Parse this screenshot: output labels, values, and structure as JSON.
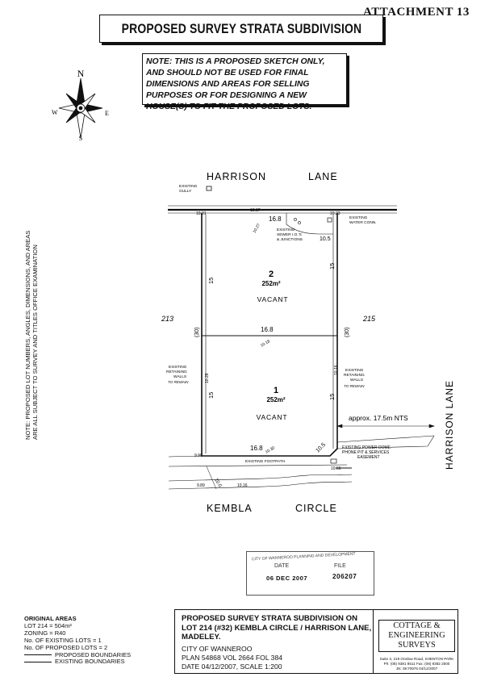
{
  "attachment": "ATTACHMENT 13",
  "title": "PROPOSED SURVEY STRATA SUBDIVISION",
  "note": "NOTE: THIS IS A PROPOSED SKETCH ONLY, AND SHOULD NOT BE USED FOR FINAL DIMENSIONS AND AREAS FOR SELLING PURPOSES OR FOR DESIGNING A NEW HOUSE(S) TO FIT THE PROPOSED LOTS.",
  "compass": {
    "n": "N",
    "s": "S",
    "e": "E",
    "w": "W"
  },
  "streets": {
    "harrison_lane_top_1": "HARRISON",
    "harrison_lane_top_2": "LANE",
    "harrison_lane_side": "HARRISON LANE",
    "kembla_1": "KEMBLA",
    "kembla_2": "CIRCLE"
  },
  "plan": {
    "existing_gully_1": "EXISTING",
    "existing_gully_2": "GULLY",
    "existing_sewer_1": "EXISTING",
    "existing_sewer_2": "SEWER I.O.'S",
    "existing_sewer_3": "& JUNCTIONS",
    "existing_water_1": "EXISTING",
    "existing_water_2": "WATER CONN.",
    "lot2_number": "2",
    "lot2_area": "252m²",
    "lot2_status": "VACANT",
    "lot1_number": "1",
    "lot1_area": "252m²",
    "lot1_status": "VACANT",
    "neighbour_left": "213",
    "neighbour_right": "215",
    "dims": {
      "top_frontage": "10.37",
      "lot2_top": "16.8",
      "lot2_left_top": "10.01",
      "lot2_right_top": "10.23",
      "corner_top_left": "10.27",
      "corner_top_right": "10.5",
      "lot2_left": "15",
      "lot2_right": "15",
      "left_total": "(30)",
      "right_total": "(30)",
      "middle": "16.8",
      "middle_diag": "10.18",
      "lot1_left": "15",
      "lot1_right": "15",
      "lot1_left_inner": "10.28",
      "lot1_right_inner": "10.16",
      "bottom": "16.8",
      "bottom_diag": "10.30",
      "corner_bottom_left": "9.90",
      "corner_bottom_right": "10.5",
      "bottom_road_right": "10.66",
      "kembla_left": "9.89",
      "kembla_right": "10.16",
      "kembla_diag": "10.0"
    },
    "walls_left_1": "EXISTING",
    "walls_left_2": "RETAINING",
    "walls_left_3": "WALLS",
    "walls_left_4": "TO REMAIN",
    "walls_right_1": "EXISTING",
    "walls_right_2": "RETAINING",
    "walls_right_3": "WALLS",
    "walls_right_4": "TO REMAIN",
    "approx": "approx. 17.5m NTS",
    "power_1": "EXISTING POWER DOME",
    "power_2": "PHONE PIT & SERVICES",
    "power_3": "EASEMENT",
    "footpath": "EXISTING FOOTPATH"
  },
  "side_note": {
    "line1": "NOTE: PROPOSED LOT NUMBERS, ANGLES, DIMENSIONS, AND AREAS",
    "line2": "ARE ALL SUBJECT TO SURVEY AND TITLES OFFICE EXAMINATION"
  },
  "original_areas": {
    "heading": "ORIGINAL AREAS",
    "lot": "LOT 214 = 504m²",
    "zoning": "ZONING = R40",
    "existing_lots": "No. OF EXISTING LOTS = 1",
    "proposed_lots": "No. OF PROPOSED LOTS = 2",
    "proposed_boundaries": "PROPOSED BOUNDARIES",
    "existing_boundaries": "EXISTING BOUNDARIES"
  },
  "info": {
    "line1": "PROPOSED SURVEY STRATA SUBDIVISION ON",
    "line2": "LOT 214 (#32) KEMBLA CIRCLE / HARRISON LANE, MADELEY.",
    "city": "CITY OF WANNEROO",
    "plan": "PLAN 54868   VOL 2664   FOL 384",
    "date": "DATE 04/12/2007,     SCALE 1:200",
    "company_1": "COTTAGE & ENGINEERING",
    "company_2": "SURVEYS",
    "address": "Suite 3, 219 Onslow Road, SHENTON PARK",
    "phone": "Ph: (08) 9381 8511   Fax: (08) 9382 2500",
    "job": "JN: SK70976   04/12/2007"
  },
  "stamp": {
    "head": "CITY OF WANNEROO PLANNING AND DEVELOPMENT",
    "date_label": "DATE",
    "file_label": "FILE",
    "date_value": "06 DEC 2007",
    "file_value": "206207"
  }
}
